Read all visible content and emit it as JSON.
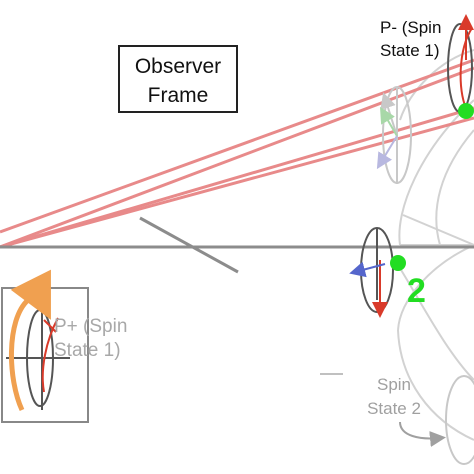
{
  "diagram": {
    "observer_frame": {
      "line1": "Observer",
      "line2": "Frame"
    },
    "p_minus": {
      "line1": "P- (Spin",
      "line2": "State 1)"
    },
    "p_plus": {
      "line1": "P+ (Spin",
      "line2": "State 1)"
    },
    "marker_number": "2",
    "spin_state_2": {
      "line1": "Spin",
      "line2": "State 2"
    }
  },
  "colors": {
    "ray_red": "#e88a8a",
    "axis_gray": "#8c8c8c",
    "marker_green": "#22dd22",
    "arrow_red": "#d93a2a",
    "arrow_blue": "#5566cc",
    "orange": "#f0a050",
    "faded_gray": "#c8c8c8"
  }
}
